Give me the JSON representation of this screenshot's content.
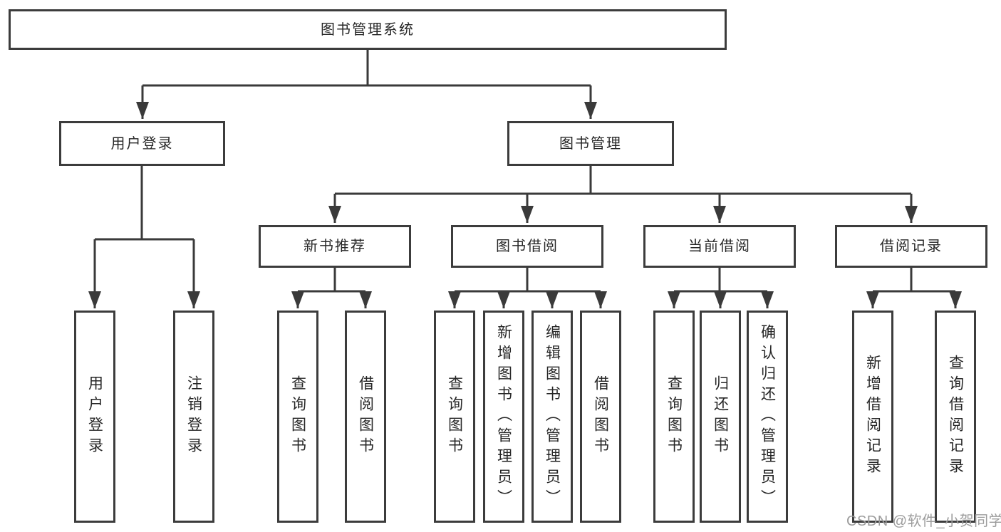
{
  "nodes": {
    "root": {
      "label": "图书管理系统"
    },
    "level2": [
      {
        "id": "user-login",
        "label": "用户登录"
      },
      {
        "id": "book-management",
        "label": "图书管理"
      }
    ],
    "level3": [
      {
        "id": "new-book-recommend",
        "label": "新书推荐"
      },
      {
        "id": "book-borrowing",
        "label": "图书借阅"
      },
      {
        "id": "current-borrowing",
        "label": "当前借阅"
      },
      {
        "id": "borrowing-records",
        "label": "借阅记录"
      }
    ],
    "leaves": [
      {
        "id": "user-login-leaf",
        "label": "用户登录",
        "parent": "user-login"
      },
      {
        "id": "logout",
        "label": "注销登录",
        "parent": "user-login"
      },
      {
        "id": "query-books-recommend",
        "label": "查询图书",
        "parent": "new-book-recommend"
      },
      {
        "id": "borrow-books-recommend",
        "label": "借阅图书",
        "parent": "new-book-recommend"
      },
      {
        "id": "query-books-borrowing",
        "label": "查询图书",
        "parent": "book-borrowing"
      },
      {
        "id": "add-books-admin",
        "label": "新增图书（管理员）",
        "parent": "book-borrowing"
      },
      {
        "id": "edit-books-admin",
        "label": "编辑图书（管理员）",
        "parent": "book-borrowing"
      },
      {
        "id": "borrow-books-borrowing",
        "label": "借阅图书",
        "parent": "book-borrowing"
      },
      {
        "id": "query-books-current",
        "label": "查询图书",
        "parent": "current-borrowing"
      },
      {
        "id": "return-books",
        "label": "归还图书",
        "parent": "current-borrowing"
      },
      {
        "id": "confirm-return-admin",
        "label": "确认归还（管理员）",
        "parent": "current-borrowing"
      },
      {
        "id": "add-borrow-record",
        "label": "新增借阅记录",
        "parent": "borrowing-records"
      },
      {
        "id": "query-borrow-record",
        "label": "查询借阅记录",
        "parent": "borrowing-records"
      }
    ]
  },
  "watermark": "CSDN @软件_小贺同学",
  "colors": {
    "box_border": "#3c3c3c",
    "connector_line": "#3a3a3a",
    "text": "#262626",
    "watermark_text": "#9c9c9c",
    "background": "#ffffff"
  }
}
